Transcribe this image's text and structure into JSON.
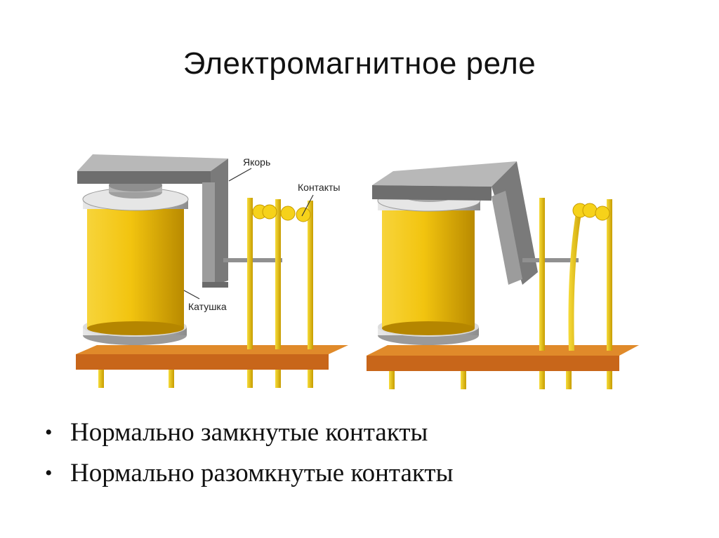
{
  "slide": {
    "title": "Электромагнитное реле",
    "labels": {
      "armature": "Якорь",
      "contacts": "Контакты",
      "coil": "Катушка"
    },
    "bullets": [
      "Нормально замкнутые контакты",
      "Нормально разомкнутые контакты"
    ],
    "bullet_symbol": "•"
  },
  "colors": {
    "coil": "#f2c40f",
    "coil_dark": "#c99700",
    "armature": "#9b9b9b",
    "armature_dark": "#5e5e5e",
    "board": "#d97a1e",
    "pins": "#f0c400",
    "contact_button": "#f6d21a"
  }
}
